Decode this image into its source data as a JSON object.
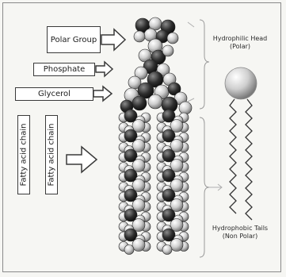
{
  "labels": {
    "polar_group": "Polar Group",
    "phosphate": "Phosphate",
    "glycerol": "Glycerol",
    "fatty_acid_chain_1": "Fatty acid chain",
    "fatty_acid_chain_2": "Fatty acid chain",
    "hydrophilic_head_line1": "Hydrophilic Head",
    "hydrophilic_head_line2": "(Polar)",
    "hydrophobic_tails_line1": "Hydrophobic Tails",
    "hydrophobic_tails_line2": "(Non Polar)"
  },
  "colors": {
    "atom_dark": "#2b2b2b",
    "atom_light": "#d9d9d9",
    "outline": "#3a3a3a"
  }
}
